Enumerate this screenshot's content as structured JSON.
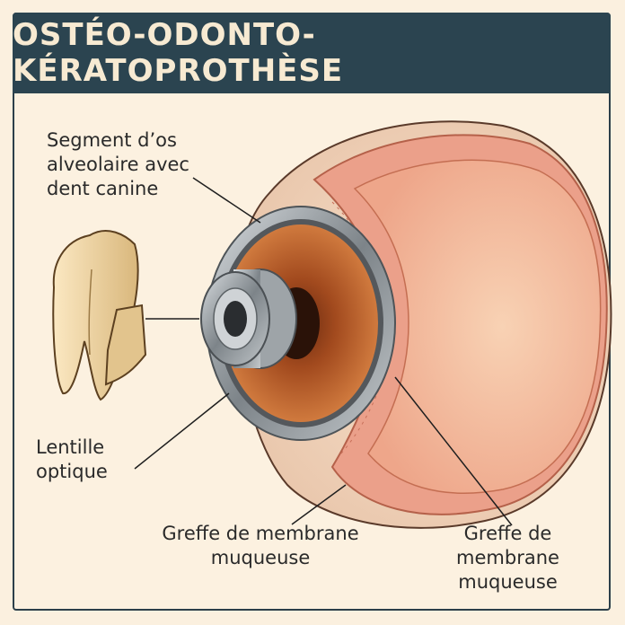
{
  "title": "OSTÉO-ODONTO-KÉRATOPROTHÈSE",
  "labels": {
    "bone_segment": "Segment d’os alveolaire avec dent canine",
    "optical_lens": "Lentille optique",
    "mucosa_graft_1": "Greffe de membrane muqueuse",
    "mucosa_graft_2": "Greffe de membrane muqueuse"
  },
  "colors": {
    "banner": "#2b4450",
    "background": "#fcf1e0",
    "sclera": "#f3d9c2",
    "tissue_pink": "#ec9c86",
    "iris": "#b85a2a",
    "metal_ring": "#8f9499",
    "tooth": "#f0d9a8"
  }
}
